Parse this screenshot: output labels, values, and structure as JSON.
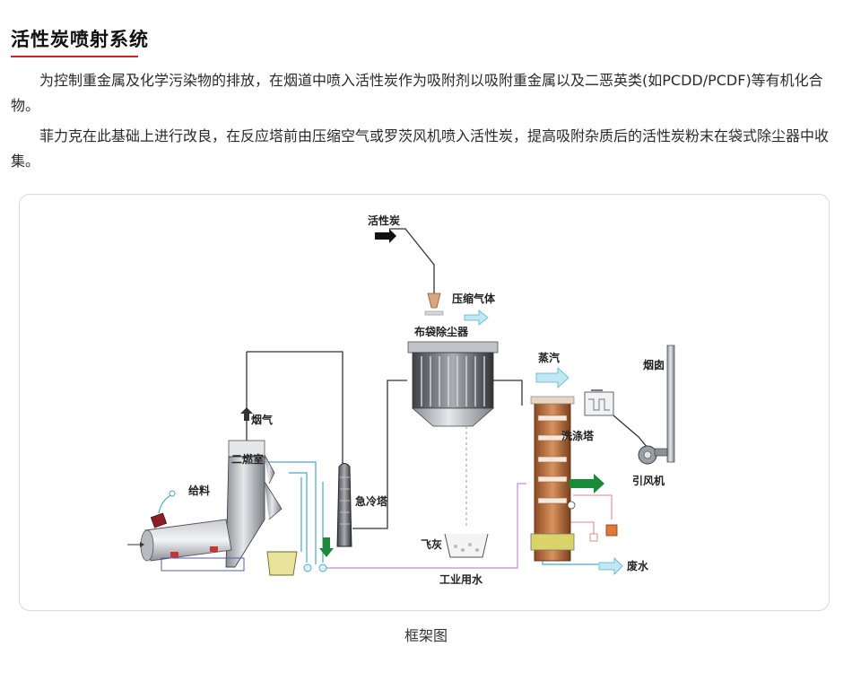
{
  "section": {
    "title": "活性炭喷射系统"
  },
  "paragraphs": [
    "为控制重金属及化学污染物的排放，在烟道中喷入活性炭作为吸附剂以吸附重金属以及二恶英类(如PCDD/PCDF)等有机化合物。",
    "菲力克在此基础上进行改良，在反应塔前由压缩空气或罗茨风机喷入活性炭，提高吸附杂质后的活性炭粉末在袋式除尘器中收集。"
  ],
  "diagram": {
    "labels": {
      "activated_carbon": "活性炭",
      "compressed_gas": "压缩气体",
      "bag_filter": "布袋除尘器",
      "steam": "蒸汽",
      "chimney": "烟囱",
      "flue_gas": "烟气",
      "secondary_chamber": "二燃室",
      "feed": "给料",
      "quench_tower": "急冷塔",
      "scrubber": "洗涤塔",
      "induced_fan": "引风机",
      "fly_ash": "飞灰",
      "waste_water": "废水",
      "industrial_water": "工业用水"
    },
    "colors": {
      "arrow_dark": "#111111",
      "arrow_cyan": "#bfe8f2",
      "arrow_green": "#1a8a3a",
      "pipe": "#333333",
      "water_pipe": "#4aa8c7",
      "tower_brown": "#b56a3a"
    }
  },
  "caption": "框架图"
}
